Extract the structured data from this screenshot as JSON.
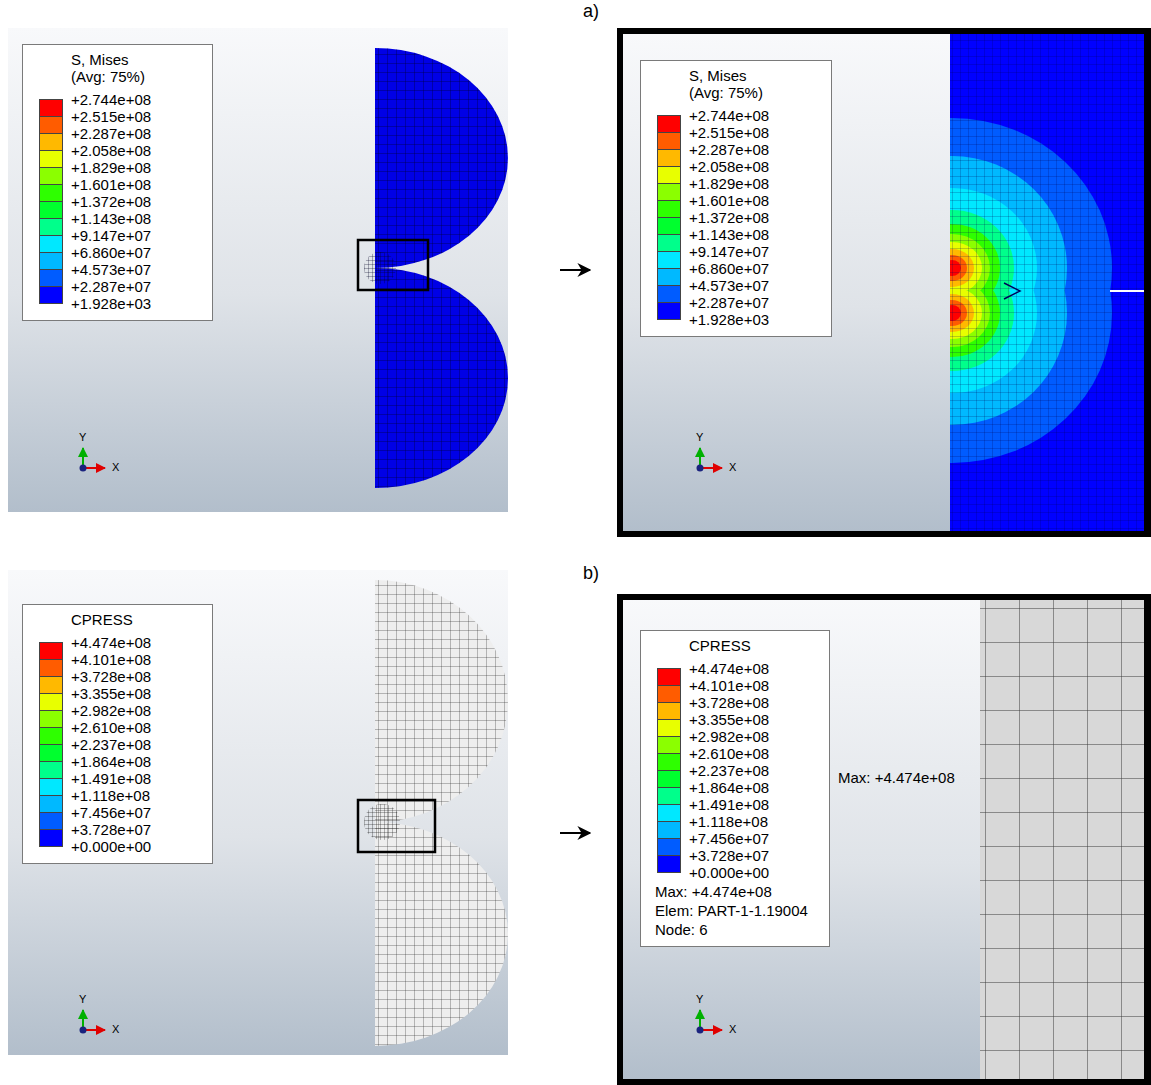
{
  "diagram": {
    "nodes": [
      {
        "text": [
          "S, Mises",
          "(Avg: 75%)"
        ]
      },
      {
        "text": [
          "S, Mises",
          "(Avg: 75%)"
        ]
      },
      {
        "text": [
          "CPRESS"
        ]
      },
      {
        "text": [
          "CPRESS",
          "Max: +4.474e+08",
          "Elem: PART-1-1.19004",
          "Node: 6"
        ]
      }
    ],
    "labels": [
      "a)",
      "b)",
      "+1.928e+03",
      "+1.928e+03",
      "+0.000e+00",
      "+0.000e+00",
      "Max: +4.474e+08",
      "Y",
      "X",
      "Y",
      "X",
      "Y",
      "X",
      "Y",
      "X"
    ],
    "legend": [
      {
        "text": "+2.744e+08",
        "color": "#FF0000"
      },
      {
        "text": "+2.515e+08",
        "color": "#FF5C00"
      },
      {
        "text": "+2.287e+08",
        "color": "#FFB900"
      },
      {
        "text": "+2.058e+08",
        "color": "#E8FF00"
      },
      {
        "text": "+1.829e+08",
        "color": "#8BFF00"
      },
      {
        "text": "+1.601e+08",
        "color": "#2EFF00"
      },
      {
        "text": "+1.372e+08",
        "color": "#00FF2E"
      },
      {
        "text": "+1.143e+08",
        "color": "#00FF8B"
      },
      {
        "text": "+9.147e+07",
        "color": "#00E8FF"
      },
      {
        "text": "+6.860e+07",
        "color": "#00B9FF"
      },
      {
        "text": "+4.573e+07",
        "color": "#005CFF"
      },
      {
        "text": "+2.287e+07",
        "color": "#0000FF"
      },
      {
        "text": "+2.744e+08",
        "color": "#FF0000"
      },
      {
        "text": "+2.515e+08",
        "color": "#FF5C00"
      },
      {
        "text": "+2.287e+08",
        "color": "#FFB900"
      },
      {
        "text": "+2.058e+08",
        "color": "#E8FF00"
      },
      {
        "text": "+1.829e+08",
        "color": "#8BFF00"
      },
      {
        "text": "+1.601e+08",
        "color": "#2EFF00"
      },
      {
        "text": "+1.372e+08",
        "color": "#00FF2E"
      },
      {
        "text": "+1.143e+08",
        "color": "#00FF8B"
      },
      {
        "text": "+9.147e+07",
        "color": "#00E8FF"
      },
      {
        "text": "+6.860e+07",
        "color": "#00B9FF"
      },
      {
        "text": "+4.573e+07",
        "color": "#005CFF"
      },
      {
        "text": "+2.287e+07",
        "color": "#0000FF"
      },
      {
        "text": "+4.474e+08",
        "color": "#FF0000"
      },
      {
        "text": "+4.101e+08",
        "color": "#FF5C00"
      },
      {
        "text": "+3.728e+08",
        "color": "#FFB900"
      },
      {
        "text": "+3.355e+08",
        "color": "#E8FF00"
      },
      {
        "text": "+2.982e+08",
        "color": "#8BFF00"
      },
      {
        "text": "+2.610e+08",
        "color": "#2EFF00"
      },
      {
        "text": "+2.237e+08",
        "color": "#00FF2E"
      },
      {
        "text": "+1.864e+08",
        "color": "#00FF8B"
      },
      {
        "text": "+1.491e+08",
        "color": "#00E8FF"
      },
      {
        "text": "+1.118e+08",
        "color": "#00B9FF"
      },
      {
        "text": "+7.456e+07",
        "color": "#005CFF"
      },
      {
        "text": "+3.728e+07",
        "color": "#0000FF"
      },
      {
        "text": "+4.474e+08",
        "color": "#FF0000"
      },
      {
        "text": "+4.101e+08",
        "color": "#FF5C00"
      },
      {
        "text": "+3.728e+08",
        "color": "#FFB900"
      },
      {
        "text": "+3.355e+08",
        "color": "#E8FF00"
      },
      {
        "text": "+2.982e+08",
        "color": "#8BFF00"
      },
      {
        "text": "+2.610e+08",
        "color": "#2EFF00"
      },
      {
        "text": "+2.237e+08",
        "color": "#00FF2E"
      },
      {
        "text": "+1.864e+08",
        "color": "#00FF8B"
      },
      {
        "text": "+1.491e+08",
        "color": "#00E8FF"
      },
      {
        "text": "+1.118e+08",
        "color": "#00B9FF"
      },
      {
        "text": "+7.456e+07",
        "color": "#005CFF"
      },
      {
        "text": "+3.728e+07",
        "color": "#0000FF"
      }
    ]
  }
}
